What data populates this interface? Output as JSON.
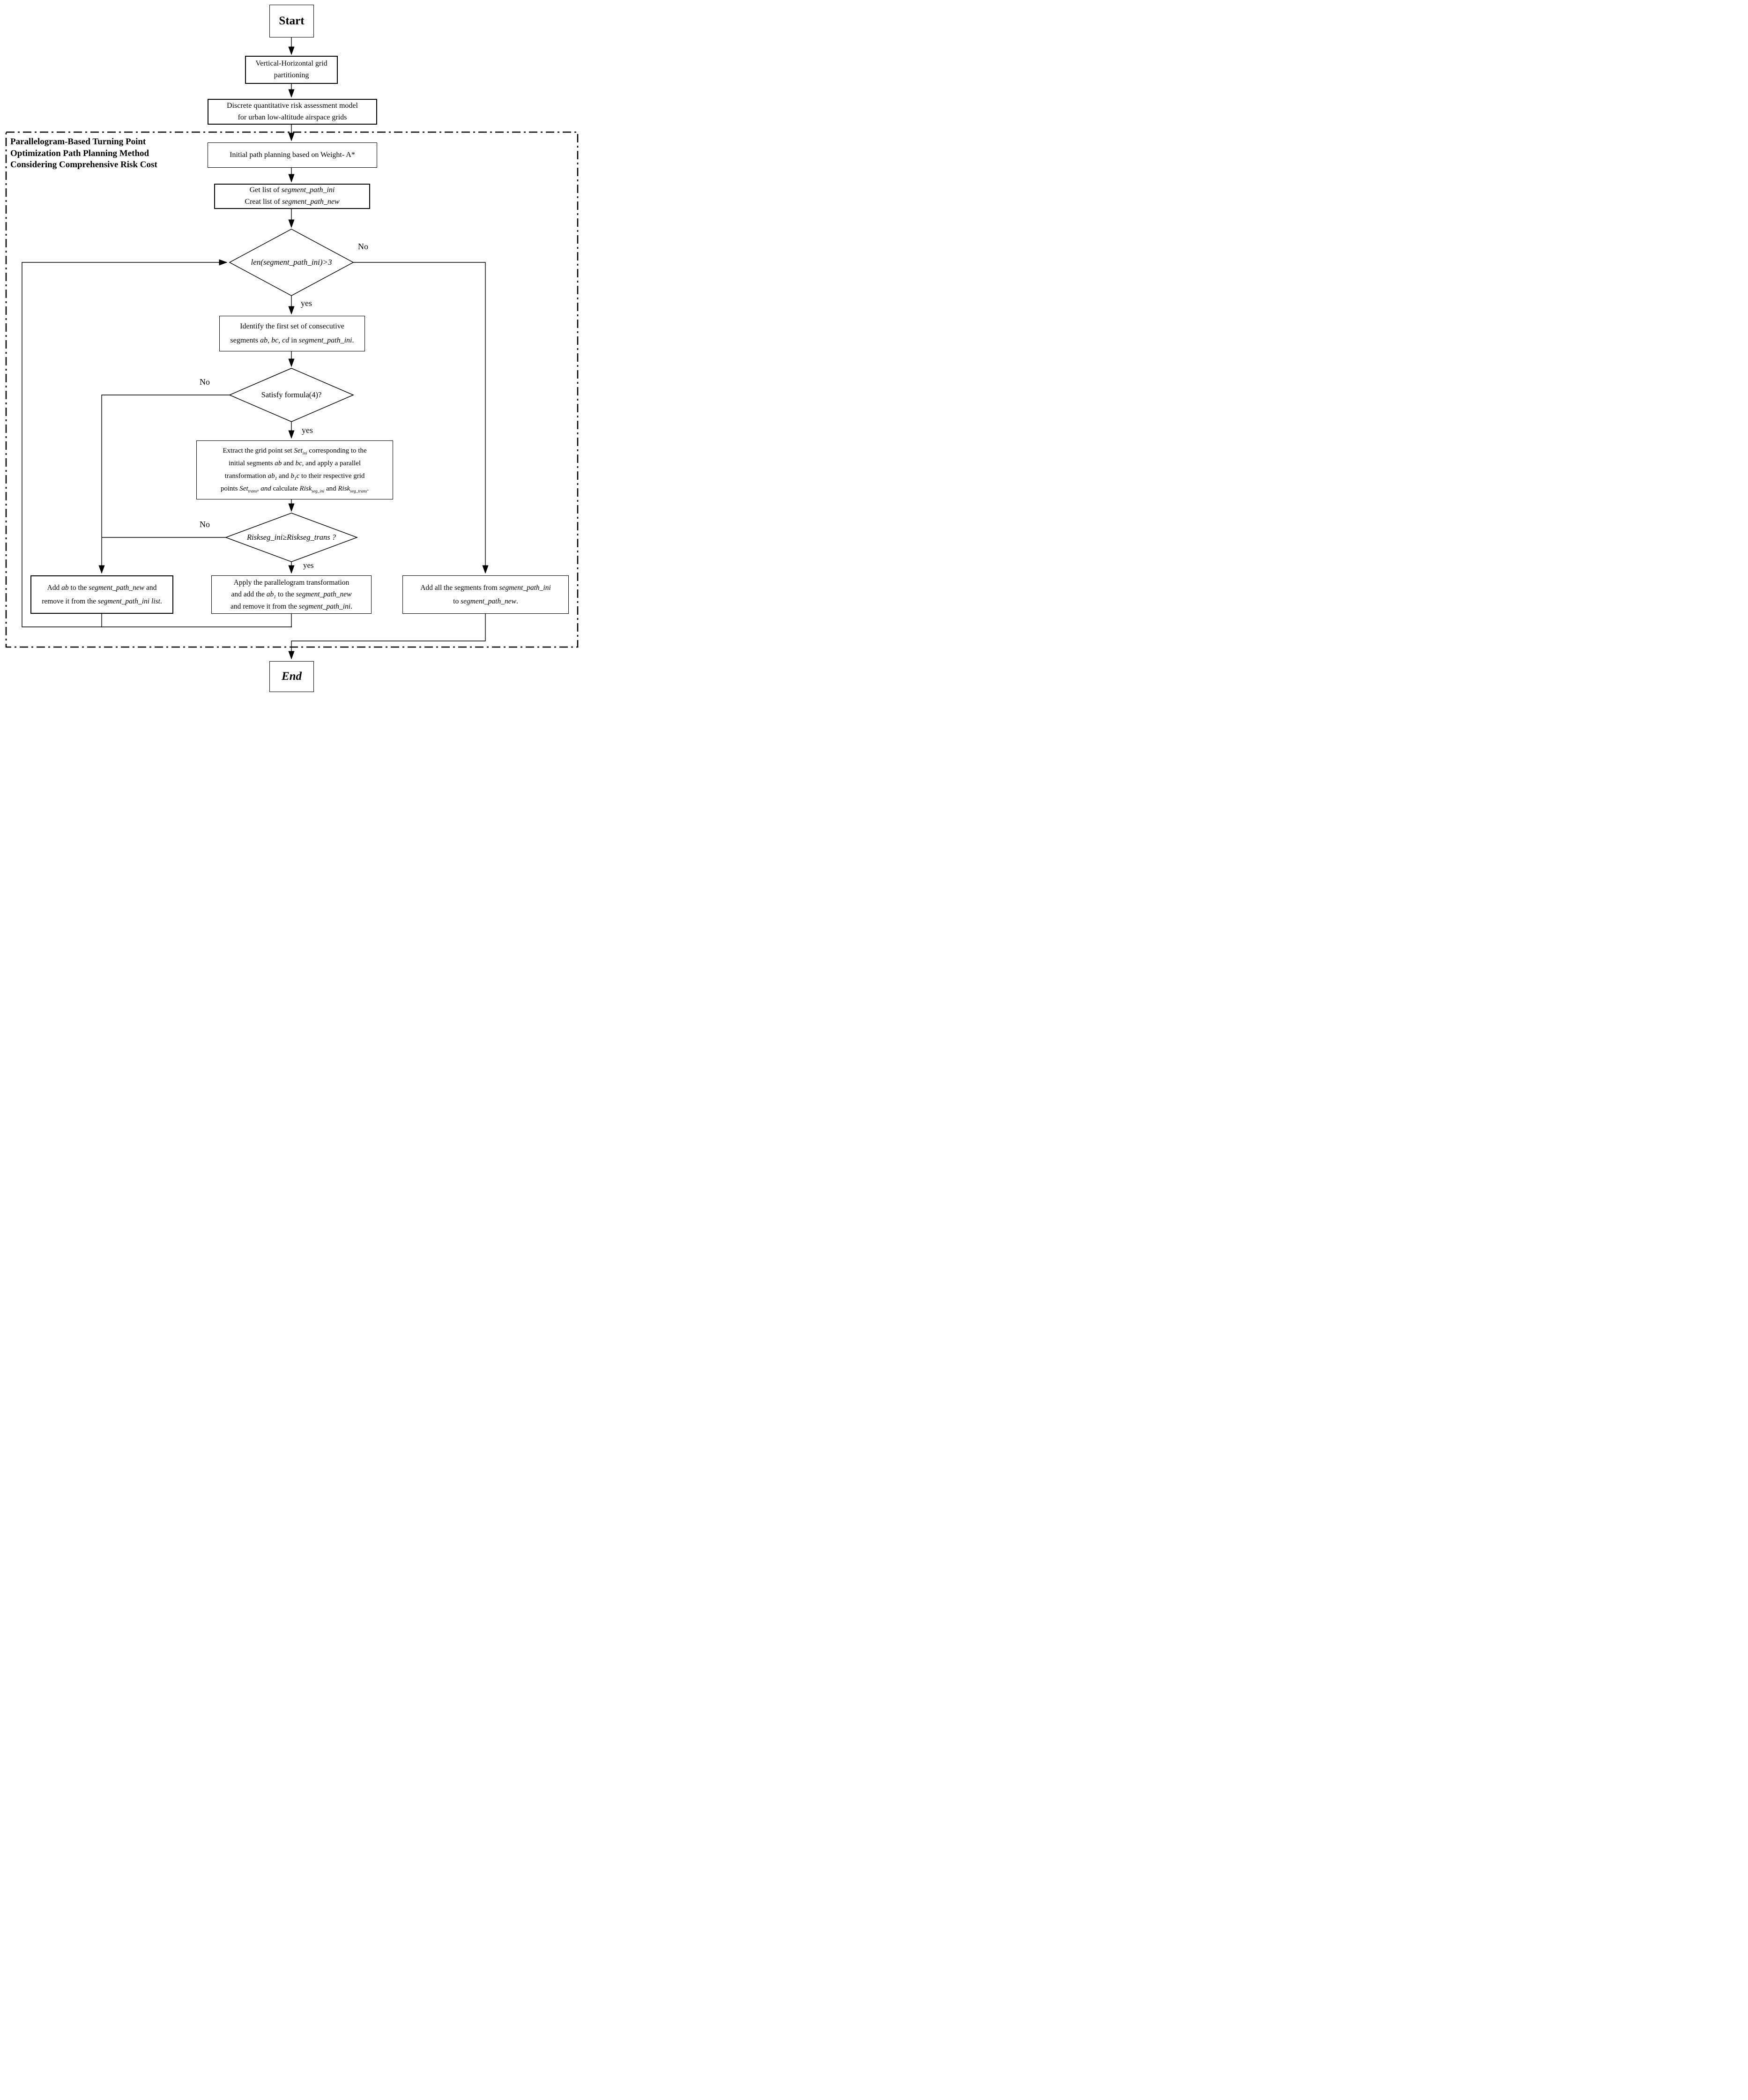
{
  "colors": {
    "ink": "#000000",
    "background": "#ffffff"
  },
  "region_label": {
    "lines": [
      "Parallelogram-Based Turning Point",
      "Optimization Path Planning Method",
      "Considering Comprehensive Risk Cost"
    ]
  },
  "decision_labels": {
    "no1": "No",
    "yes1": "yes",
    "no2": "No",
    "yes2": "yes",
    "no3": "No",
    "yes3": "yes"
  },
  "nodes": {
    "start": {
      "label": "Start"
    },
    "vh_partitioning": {
      "lines": [
        [
          {
            "t": "Vertical-Horizontal grid"
          }
        ],
        [
          {
            "t": "partitioning"
          }
        ]
      ]
    },
    "risk_model": {
      "lines": [
        [
          {
            "t": "Discrete quantitative risk assessment model"
          }
        ],
        [
          {
            "t": "for urban low-altitude airspace grids"
          }
        ]
      ]
    },
    "initial_path": {
      "lines": [
        [
          {
            "t": "Initial path planning based on Weight- A*"
          }
        ]
      ]
    },
    "get_lists": {
      "lines": [
        [
          {
            "t": "Get list of "
          },
          {
            "t": "segment_path_ini",
            "i": 1
          }
        ],
        [
          {
            "t": "Creat list of "
          },
          {
            "t": "segment_path_new",
            "i": 1
          }
        ]
      ]
    },
    "decision_len": {
      "lines": [
        [
          {
            "t": "len(segment_path_ini)>3",
            "i": 1
          }
        ]
      ]
    },
    "identify_segments": {
      "lines": [
        [
          {
            "t": "Identify the first set of consecutive"
          }
        ],
        [
          {
            "t": "segments "
          },
          {
            "t": "ab, bc, cd",
            "i": 1
          },
          {
            "t": " in "
          },
          {
            "t": "segment_path_ini",
            "i": 1
          },
          {
            "t": "."
          }
        ]
      ]
    },
    "decision_formula": {
      "lines": [
        [
          {
            "t": "Satisfy formula(4)?"
          }
        ]
      ]
    },
    "extract_transform": {
      "lines": [
        [
          {
            "t": "Extract the grid point set "
          },
          {
            "t": "Set",
            "i": 1
          },
          {
            "t": "ini",
            "i": 1,
            "sub": 1
          },
          {
            "t": " corresponding to the"
          }
        ],
        [
          {
            "t": "initial segments "
          },
          {
            "t": "ab",
            "i": 1
          },
          {
            "t": " and "
          },
          {
            "t": "bc",
            "i": 1
          },
          {
            "t": ", and apply a parallel"
          }
        ],
        [
          {
            "t": "transformation "
          },
          {
            "t": "ab",
            "i": 1
          },
          {
            "t": "1",
            "i": 1,
            "sub": 1
          },
          {
            "t": " and "
          },
          {
            "t": "b",
            "i": 1
          },
          {
            "t": "1",
            "i": 1,
            "sub": 1
          },
          {
            "t": "c",
            "i": 1
          },
          {
            "t": " to their respective grid"
          }
        ],
        [
          {
            "t": "points "
          },
          {
            "t": "Set",
            "i": 1
          },
          {
            "t": "trans",
            "i": 1,
            "sub": 1
          },
          {
            "t": ", "
          },
          {
            "t": "and",
            "i": 1
          },
          {
            "t": " calculate "
          },
          {
            "t": "Risk",
            "i": 1
          },
          {
            "t": "seg_ini",
            "i": 1,
            "sub": 1
          },
          {
            "t": " and "
          },
          {
            "t": "Risk",
            "i": 1
          },
          {
            "t": "seg_trans",
            "i": 1,
            "sub": 1
          },
          {
            "t": "."
          }
        ]
      ]
    },
    "decision_risk": {
      "lines": [
        [
          {
            "t": "Riskseg_ini≥Riskseg_trans ?",
            "i": 1
          }
        ]
      ]
    },
    "add_ab": {
      "lines": [
        [
          {
            "t": "Add "
          },
          {
            "t": "ab",
            "i": 1
          },
          {
            "t": " to the "
          },
          {
            "t": "segment_path_new",
            "i": 1
          },
          {
            "t": " and"
          }
        ],
        [
          {
            "t": "remove it from the "
          },
          {
            "t": "segment_path_ini list",
            "i": 1
          },
          {
            "t": "."
          }
        ]
      ]
    },
    "apply_transform": {
      "lines": [
        [
          {
            "t": "Apply the parallelogram transformation"
          }
        ],
        [
          {
            "t": "and add the "
          },
          {
            "t": "ab",
            "i": 1
          },
          {
            "t": "1",
            "i": 1,
            "sub": 1
          },
          {
            "t": " to the "
          },
          {
            "t": "segment_path_new",
            "i": 1
          }
        ],
        [
          {
            "t": "and remove it from the "
          },
          {
            "t": "segment_path_ini",
            "i": 1
          },
          {
            "t": "."
          }
        ]
      ]
    },
    "add_all": {
      "lines": [
        [
          {
            "t": "Add all the segments from "
          },
          {
            "t": "segment_path_ini",
            "i": 1
          }
        ],
        [
          {
            "t": "to "
          },
          {
            "t": "segment_path_new",
            "i": 1
          },
          {
            "t": "."
          }
        ]
      ]
    },
    "end": {
      "label": "End"
    }
  }
}
